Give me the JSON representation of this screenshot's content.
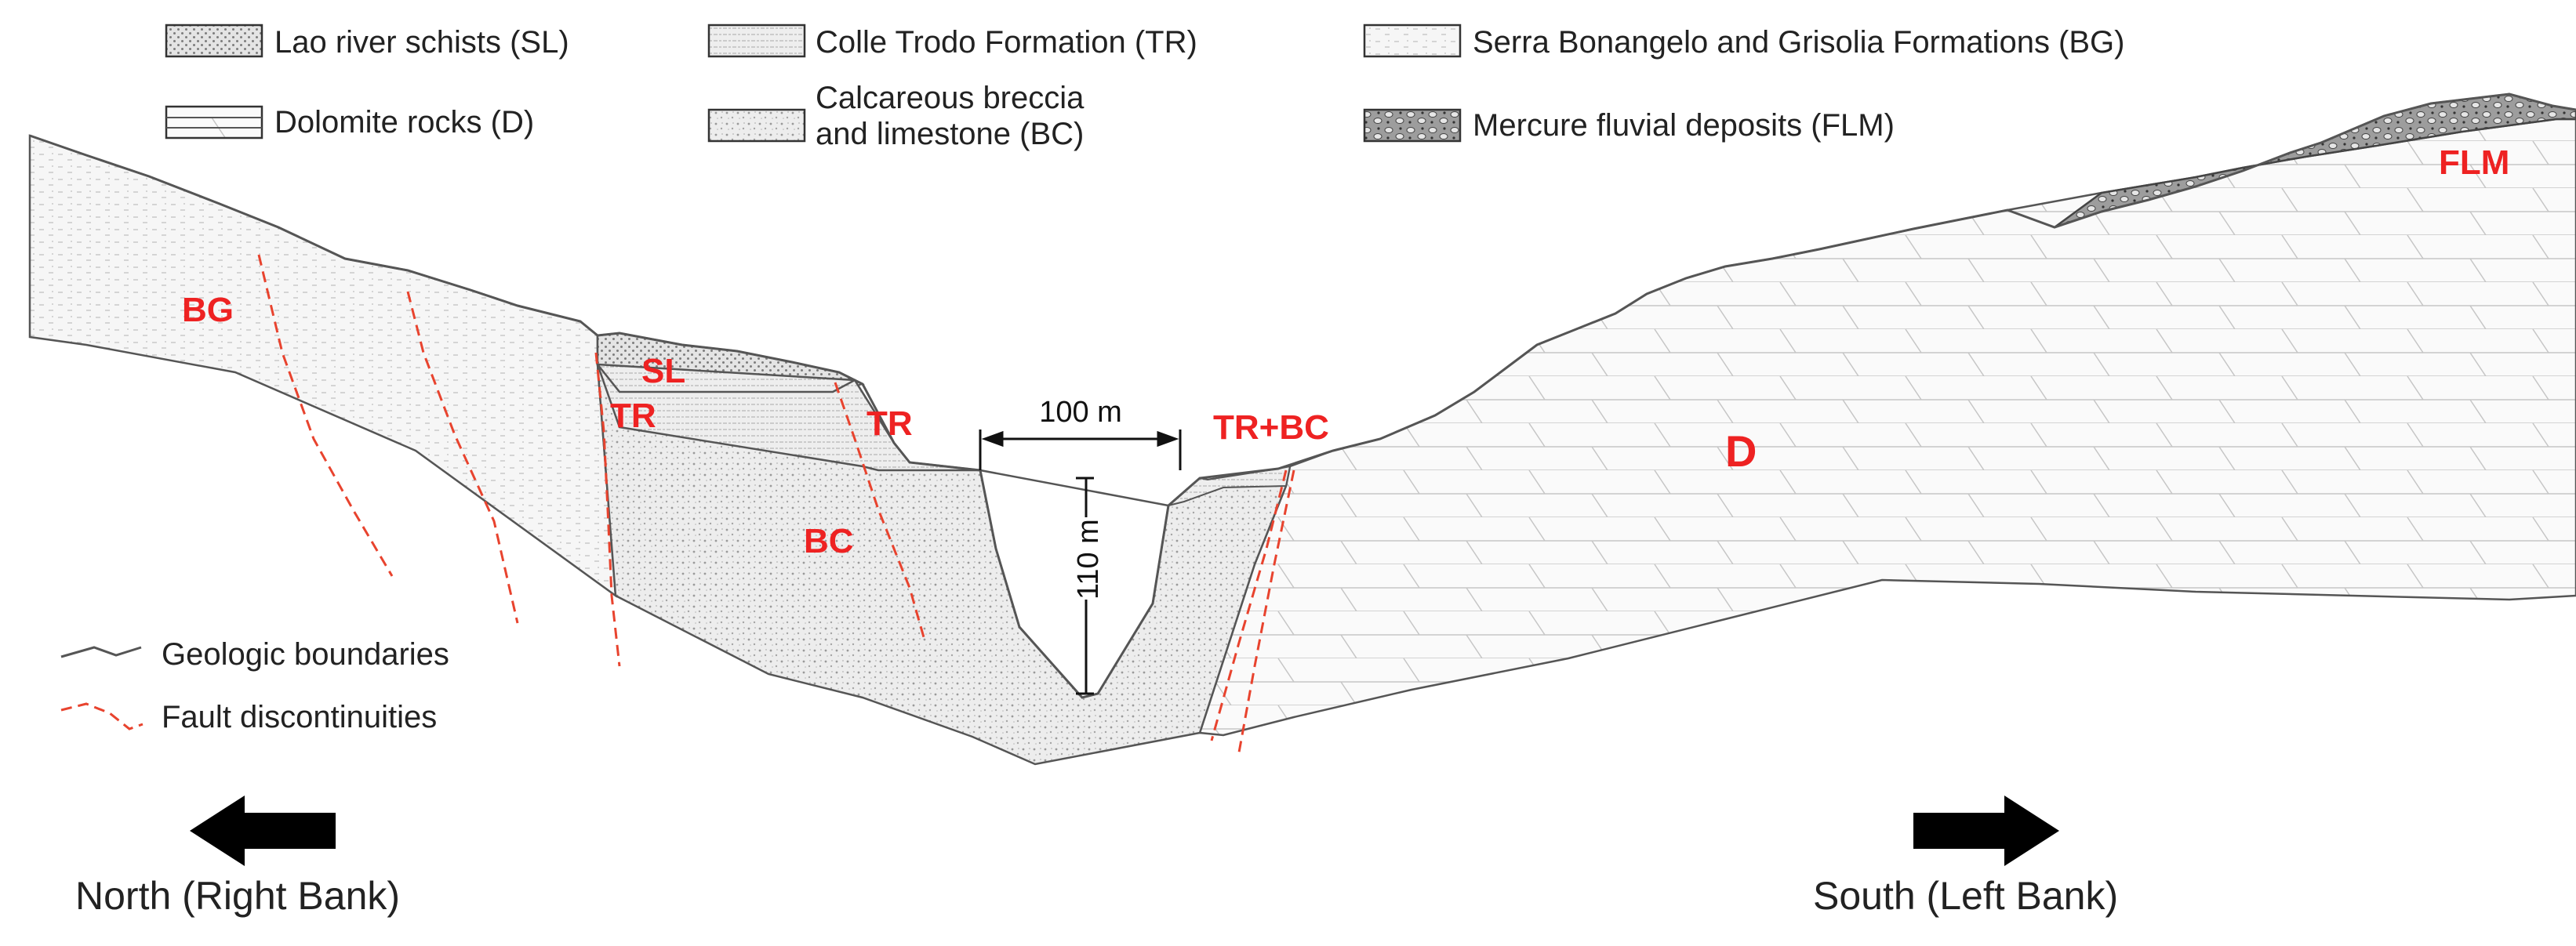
{
  "legend": {
    "units": [
      {
        "key": "SL",
        "label": "Lao river schists (SL)"
      },
      {
        "key": "TR",
        "label": "Colle Trodo Formation (TR)"
      },
      {
        "key": "BG",
        "label": "Serra Bonangelo and Grisolia Formations (BG)"
      },
      {
        "key": "D",
        "label": "Dolomite rocks (D)"
      },
      {
        "key": "BC",
        "label": [
          "Calcareous breccia",
          "and limestone (BC)"
        ]
      },
      {
        "key": "FLM",
        "label": "Mercure fluvial deposits (FLM)"
      }
    ],
    "lines": [
      {
        "key": "geologic",
        "label": "Geologic boundaries",
        "color": "#555555"
      },
      {
        "key": "fault",
        "label": "Fault discontinuities",
        "color": "#e8432e"
      }
    ]
  },
  "section_labels": {
    "bg": "BG",
    "sl": "SL",
    "tr_left": "TR",
    "tr_mid": "TR",
    "bc": "BC",
    "tr_bc": "TR+BC",
    "d": "D",
    "flm": "FLM"
  },
  "dimensions": {
    "width": "100 m",
    "depth": "110 m"
  },
  "directions": {
    "north": "North (Right Bank)",
    "south": "South (Left Bank)"
  },
  "colors": {
    "label_red": "#ee2222",
    "fault_red": "#e8432e",
    "boundary": "#555555",
    "arrow": "#000000"
  }
}
